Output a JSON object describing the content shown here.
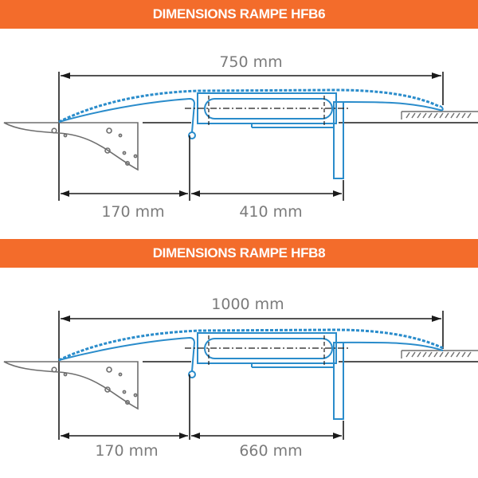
{
  "sections": [
    {
      "title": "DIMENSIONS RAMPE HFB6",
      "total_length": "750 mm",
      "left_dimension": "170 mm",
      "right_dimension": "410 mm"
    },
    {
      "title": "DIMENSIONS RAMPE HFB8",
      "total_length": "1000 mm",
      "left_dimension": "170 mm",
      "right_dimension": "660 mm"
    }
  ],
  "colors": {
    "banner": "#f36c2b",
    "banner_text": "#ffffff",
    "ramp_outline": "#2a8ccb",
    "dimension_lines": "#1a1a1a",
    "dimension_text": "#7b7b7b",
    "ground": "#6e6e6e"
  }
}
